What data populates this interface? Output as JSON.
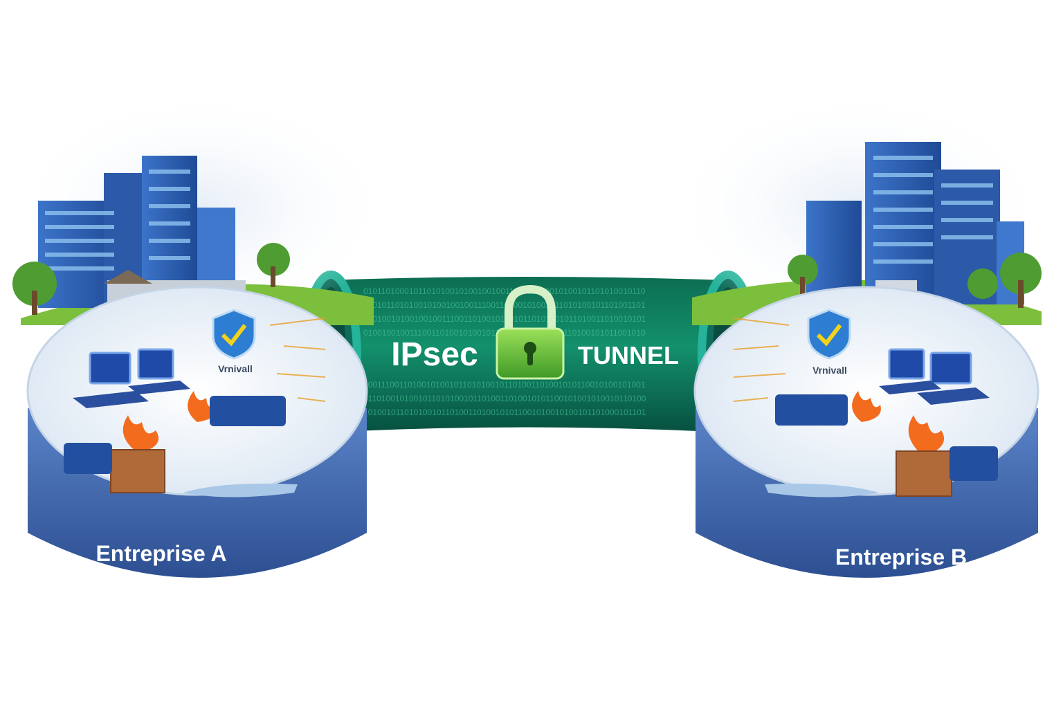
{
  "tunnel": {
    "label_left": "IPsec",
    "label_right": "TUNNEL",
    "binary_text": "0101101000101101010010100100100111001101001010010110101001011010011010010101100101001010",
    "colors": {
      "main": "#0e7a5a",
      "dark": "#075a43",
      "rim": "#1aa58a",
      "lock": "#6cc43a"
    }
  },
  "sites": [
    {
      "id": "a",
      "name": "Entreprise A",
      "shield_label": "Vrnivall"
    },
    {
      "id": "b",
      "name": "Entreprise B",
      "shield_label": "Vrnivall"
    }
  ],
  "colors": {
    "platform_base": "#3d63a8",
    "platform_top": "#eef3f9",
    "building": "#2f5fb0",
    "grass": "#7bbf3d",
    "fire": "#f36b1c",
    "shield": "#2d7dd2"
  }
}
